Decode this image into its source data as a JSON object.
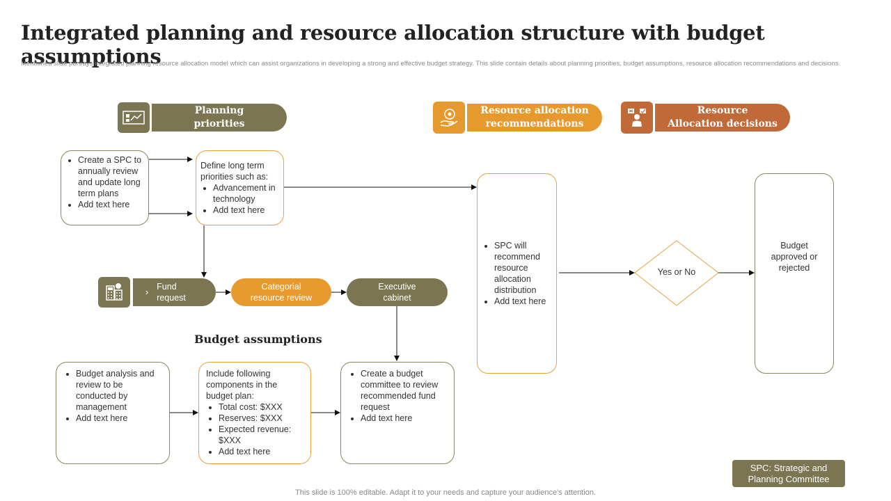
{
  "title": "Integrated planning and resource allocation structure with budget assumptions",
  "subtitle": "Mentioned slide portrays integrated planning resource allocation model which can assist organizations in developing a strong and effective budget strategy. This slide contain details about planning priorities, budget assumptions, resource allocation recommendations and decisions.",
  "headers": {
    "planning": {
      "line1": "Planning",
      "line2": "priorities",
      "icon": "planning-board-icon"
    },
    "recommendations": {
      "line1": "Resource allocation",
      "line2": "recommendations",
      "icon": "hand-coin-icon"
    },
    "decisions": {
      "line1": "Resource",
      "line2": "Allocation decisions",
      "icon": "presenter-icon"
    }
  },
  "spc_box": {
    "items": [
      "Create a SPC to annually review and update long term plans",
      "Add text here"
    ]
  },
  "define_box": {
    "intro": "Define long term priorities such as:",
    "items": [
      "Advancement in technology",
      "Add text here"
    ]
  },
  "recommend_box": {
    "items": [
      "SPC will recommend resource allocation distribution",
      "Add text here"
    ]
  },
  "decision": {
    "label": "Yes or No"
  },
  "result_box": {
    "text": "Budget approved or rejected"
  },
  "flow": {
    "fund_request": "Fund request",
    "fund_bullet": "›",
    "categorial": "Categorial resource review",
    "executive": "Executive cabinet",
    "fund_icon": "calculator-icon"
  },
  "budget_section": {
    "label": "Budget assumptions"
  },
  "budget_analysis": {
    "items": [
      "Budget analysis and review to be conducted by management",
      "Add text here"
    ]
  },
  "components": {
    "intro": "Include following components in the budget plan:",
    "items": [
      "Total cost: $XXX",
      "Reserves: $XXX",
      "Expected revenue: $XXX",
      "Add text here"
    ]
  },
  "committee": {
    "items": [
      "Create a budget committee to review recommended fund request",
      "Add text here"
    ]
  },
  "legend": {
    "text": "SPC: Strategic and Planning Committee"
  },
  "footer": {
    "text": "This slide is 100% editable. Adapt it to your needs and capture your audience's attention."
  },
  "colors": {
    "olive": "#7b7552",
    "orange": "#e69a2e",
    "rust": "#c06a3a",
    "gold_border": "#e8a23a"
  }
}
